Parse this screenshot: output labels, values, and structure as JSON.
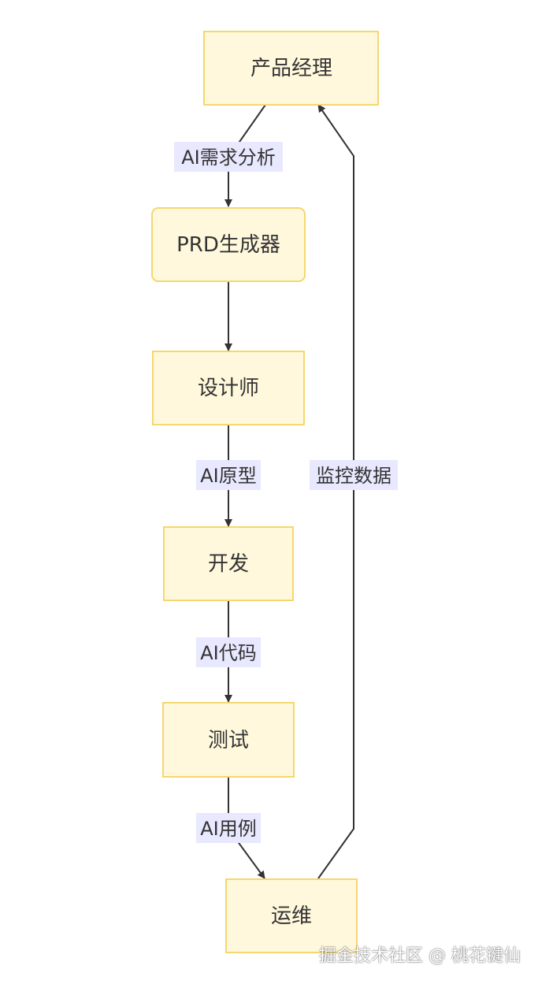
{
  "nodes": {
    "pm": "产品经理",
    "prd": "PRD生成器",
    "designer": "设计师",
    "dev": "开发",
    "test": "测试",
    "ops": "运维"
  },
  "edges": {
    "pm_prd": "AI需求分析",
    "designer_dev": "AI原型",
    "dev_test": "AI代码",
    "test_ops": "AI用例",
    "ops_pm": "监控数据"
  },
  "colors": {
    "node_fill": "#fff8dc",
    "node_stroke": "#f5d76e",
    "edge_stroke": "#333333",
    "edge_label_bg": "#e8e8ff"
  },
  "watermark": "掘金技术社区 @ 桃花键仙"
}
